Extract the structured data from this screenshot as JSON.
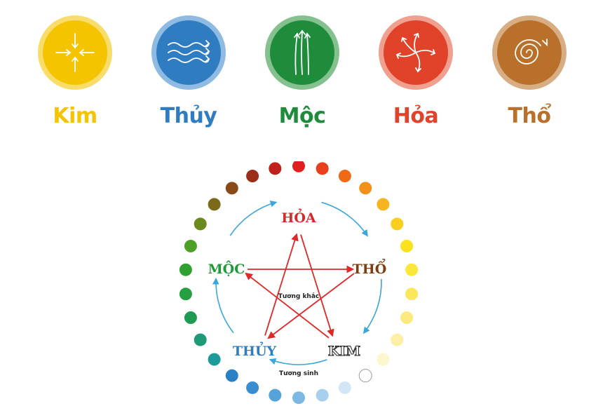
{
  "elements": [
    {
      "label": "Kim",
      "color": "#F5C400",
      "ring": "#F8DD6A",
      "icon": "arrows-inward-icon"
    },
    {
      "label": "Thủy",
      "color": "#2F7CC1",
      "ring": "#8FBBE3",
      "icon": "wavy-arrows-icon"
    },
    {
      "label": "Mộc",
      "color": "#1E8C3A",
      "ring": "#84C18F",
      "icon": "arrows-upward-icon"
    },
    {
      "label": "Hỏa",
      "color": "#E0432A",
      "ring": "#F0A08F",
      "icon": "arrows-outward-icon"
    },
    {
      "label": "Thổ",
      "color": "#B8702A",
      "ring": "#D7AE83",
      "icon": "spiral-arrow-icon"
    }
  ],
  "cycle": {
    "nodes": [
      {
        "label": "HỎA",
        "color": "#D62828"
      },
      {
        "label": "THỔ",
        "color": "#7A3E12"
      },
      {
        "label": "KIM",
        "color": "#ffffff"
      },
      {
        "label": "THỦY",
        "color": "#2F7CC1"
      },
      {
        "label": "MỘC",
        "color": "#1E9A3A"
      }
    ],
    "destroy_label": "Tương khắc",
    "generate_label": "Tương sinh",
    "generate_arrow_color": "#3AA6D9",
    "destroy_arrow_color": "#E02828",
    "dot_colors": [
      "#E01E1E",
      "#E8401A",
      "#EE6A16",
      "#F2911A",
      "#F6B51E",
      "#F8CF1E",
      "#FAE01E",
      "#FBE63C",
      "#FBE85A",
      "#FCEB7C",
      "#FDF0A6",
      "#FEF6CC",
      "#FFFFFF",
      "#D2E6F6",
      "#A8D0EE",
      "#7CB8E4",
      "#56A3DA",
      "#3A8ED0",
      "#2A80C4",
      "#1E9A9A",
      "#1E9A78",
      "#1E9A52",
      "#24A040",
      "#30A030",
      "#4CA028",
      "#6A8A1E",
      "#7A6A1A",
      "#8A4A18",
      "#9A2E18",
      "#C0201A"
    ]
  }
}
